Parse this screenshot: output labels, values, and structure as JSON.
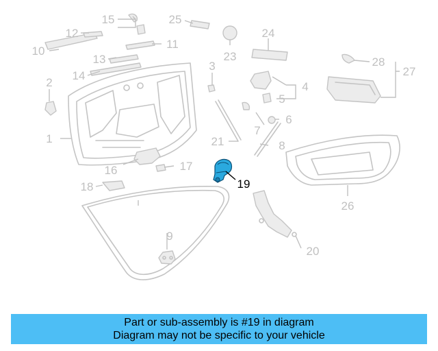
{
  "diagram": {
    "callouts": [
      "1",
      "2",
      "3",
      "4",
      "5",
      "6",
      "7",
      "8",
      "9",
      "10",
      "11",
      "12",
      "13",
      "14",
      "15",
      "16",
      "17",
      "18",
      "19",
      "20",
      "21",
      "23",
      "24",
      "25",
      "26",
      "27",
      "28"
    ],
    "highlighted_part": "19",
    "colors": {
      "highlight": "#2aa9df",
      "banner": "#4dbef5",
      "parts": "#c4c4c4"
    }
  },
  "banner": {
    "line1": "Part or sub-assembly is #19 in diagram",
    "line2": "Diagram may not be specific to your vehicle"
  }
}
